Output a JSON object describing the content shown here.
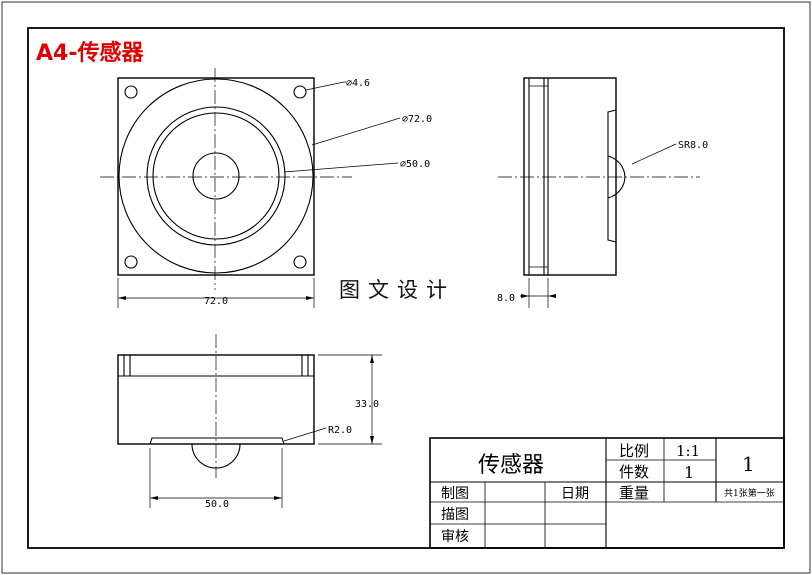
{
  "sheet_title": "A4-传感器",
  "watermark": "图文设计",
  "front_view": {
    "hole_label": "⌀4.6",
    "outer_diameter_label": "⌀72.0",
    "inner_diameter_label": "⌀50.0",
    "width_label": "72.0"
  },
  "side_view": {
    "sphere_label": "SR8.0",
    "thickness_label": "8.0"
  },
  "top_view": {
    "height_label": "33.0",
    "radius_label": "R2.0",
    "width_label": "50.0"
  },
  "title_block": {
    "part_name": "传感器",
    "scale_label": "比例",
    "scale_value": "1:1",
    "count_label": "件数",
    "count_value": "1",
    "sheet_number": "1",
    "weight_label": "重量",
    "sheets_info": "共1张第一张",
    "drawn_by_label": "制图",
    "traced_by_label": "描图",
    "checked_by_label": "审核",
    "date_label": "日期"
  }
}
